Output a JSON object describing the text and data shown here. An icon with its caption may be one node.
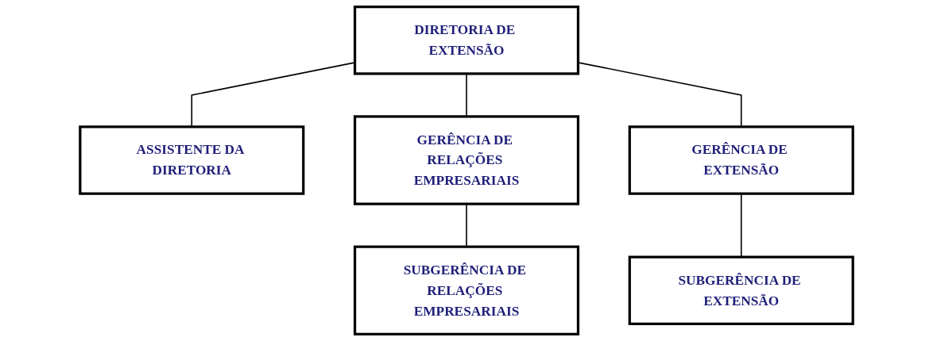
{
  "diagram": {
    "nodes": [
      {
        "text": [
          "DIRETORIA DE EXTENSÃO"
        ]
      },
      {
        "text": [
          "ASSISTENTE DA DIRETORIA"
        ]
      },
      {
        "text": [
          "GERÊNCIA DE RELAÇÕES EMPRESARIAIS"
        ]
      },
      {
        "text": [
          "GERÊNCIA DE EXTENSÃO"
        ]
      },
      {
        "text": [
          "SUBGERÊNCIA DE RELAÇÕES EMPRESARIAIS"
        ]
      },
      {
        "text": [
          "SUBGERÊNCIA DE EXTENSÃO"
        ]
      }
    ],
    "edges": [
      {
        "from": 0,
        "to": 1,
        "arrow": "none"
      },
      {
        "from": 0,
        "to": 2,
        "arrow": "none"
      },
      {
        "from": 0,
        "to": 3,
        "arrow": "none"
      },
      {
        "from": 2,
        "to": 4,
        "arrow": "none"
      },
      {
        "from": 3,
        "to": 5,
        "arrow": "none"
      }
    ]
  }
}
